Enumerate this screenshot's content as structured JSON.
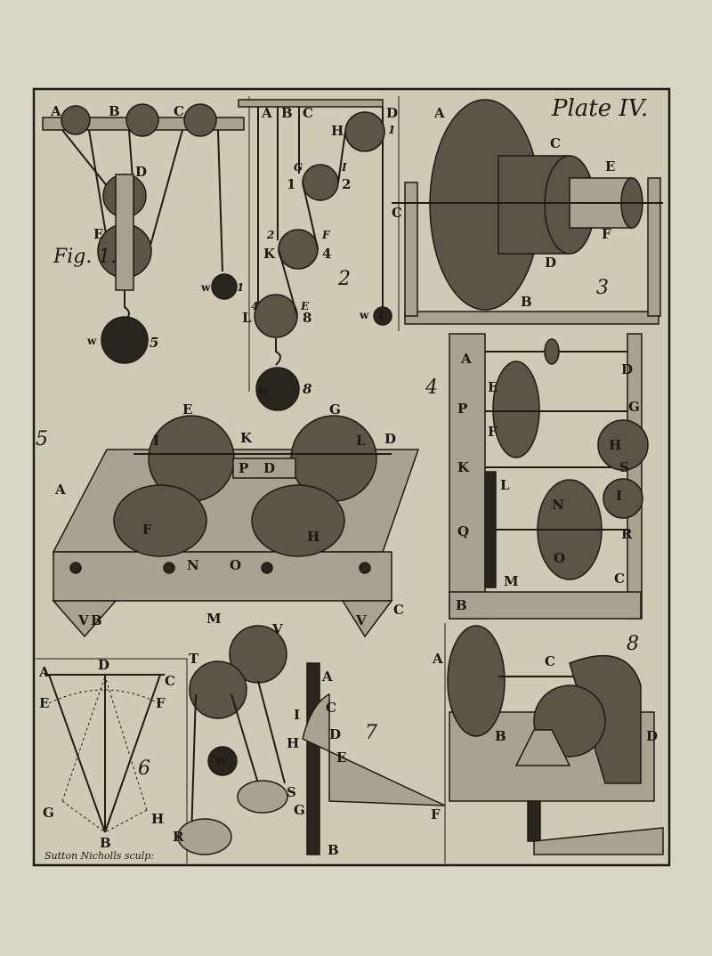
{
  "plate": {
    "title": "Plate IV.",
    "engraver": "Sutton Nicholls sculp:"
  },
  "figures": {
    "fig1": {
      "number": "Fig. 1.",
      "labels": [
        "A",
        "B",
        "C",
        "D",
        "E",
        "w",
        "5",
        "w",
        "1"
      ]
    },
    "fig2": {
      "number": "2",
      "labels": [
        "A",
        "B",
        "C",
        "D",
        "H",
        "1",
        "G",
        "1",
        "I",
        "2",
        "2",
        "F",
        "K",
        "4",
        "4",
        "E",
        "L",
        "8",
        "w",
        "8",
        "w",
        "1"
      ]
    },
    "fig3": {
      "number": "3",
      "labels": [
        "A",
        "C",
        "E",
        "F",
        "D",
        "B",
        "C"
      ]
    },
    "fig4": {
      "number": "4",
      "labels": [
        "A",
        "D",
        "E",
        "P",
        "G",
        "F",
        "H",
        "K",
        "S",
        "L",
        "I",
        "N",
        "Q",
        "R",
        "O",
        "M",
        "C",
        "B"
      ]
    },
    "fig5": {
      "number": "5",
      "labels": [
        "E",
        "G",
        "A",
        "K",
        "P",
        "D",
        "I",
        "L",
        "D",
        "F",
        "H",
        "N",
        "O",
        "B",
        "C",
        "V",
        "V"
      ]
    },
    "fig6": {
      "number": "6",
      "labels": [
        "A",
        "D",
        "C",
        "E",
        "F",
        "G",
        "H",
        "B"
      ]
    },
    "fig7": {
      "number": "7",
      "labels": [
        "A",
        "I",
        "C",
        "H",
        "D",
        "E",
        "S",
        "G",
        "F",
        "B",
        "M",
        "T",
        "V",
        "W",
        "R"
      ]
    },
    "fig8": {
      "number": "8",
      "labels": [
        "A",
        "C",
        "B",
        "D"
      ]
    }
  }
}
